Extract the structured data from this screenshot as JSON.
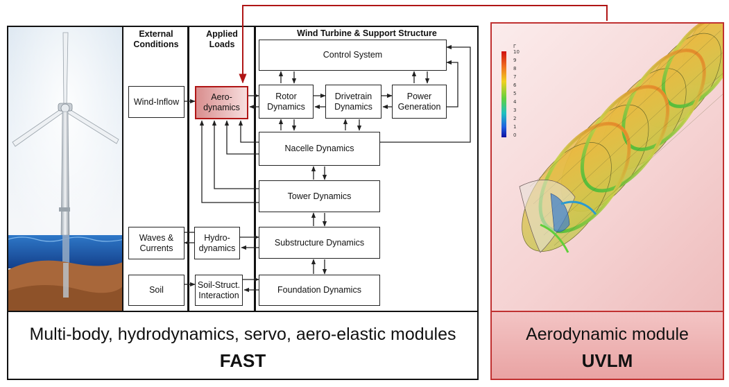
{
  "columns": {
    "external": "External\nConditions",
    "applied": "Applied\nLoads",
    "turbine": "Wind Turbine & Support Structure"
  },
  "blocks": {
    "control_system": "Control System",
    "wind_inflow": "Wind-Inflow",
    "aerodynamics": "Aero-\ndynamics",
    "rotor_dynamics": "Rotor\nDynamics",
    "drivetrain_dynamics": "Drivetrain\nDynamics",
    "power_generation": "Power\nGeneration",
    "nacelle_dynamics": "Nacelle Dynamics",
    "tower_dynamics": "Tower Dynamics",
    "waves_currents": "Waves &\nCurrents",
    "hydrodynamics": "Hydro-\ndynamics",
    "substructure_dynamics": "Substructure Dynamics",
    "soil": "Soil",
    "soil_structure": "Soil-Struct.\nInteraction",
    "foundation_dynamics": "Foundation Dynamics"
  },
  "captions": {
    "fast_line1": "Multi-body, hydrodynamics, servo, aero-elastic modules",
    "fast_line2": "FAST",
    "uvlm_line1": "Aerodynamic module",
    "uvlm_line2": "UVLM"
  },
  "colorbar": {
    "title": "Γ",
    "ticks": [
      "10",
      "9",
      "8",
      "7",
      "6",
      "5",
      "4",
      "3",
      "2",
      "1",
      "0"
    ]
  },
  "colors": {
    "accent_red": "#b01515",
    "aero_fill": "#d98e8e",
    "sea": "#1f5fb0",
    "seabed": "#a8673a"
  }
}
